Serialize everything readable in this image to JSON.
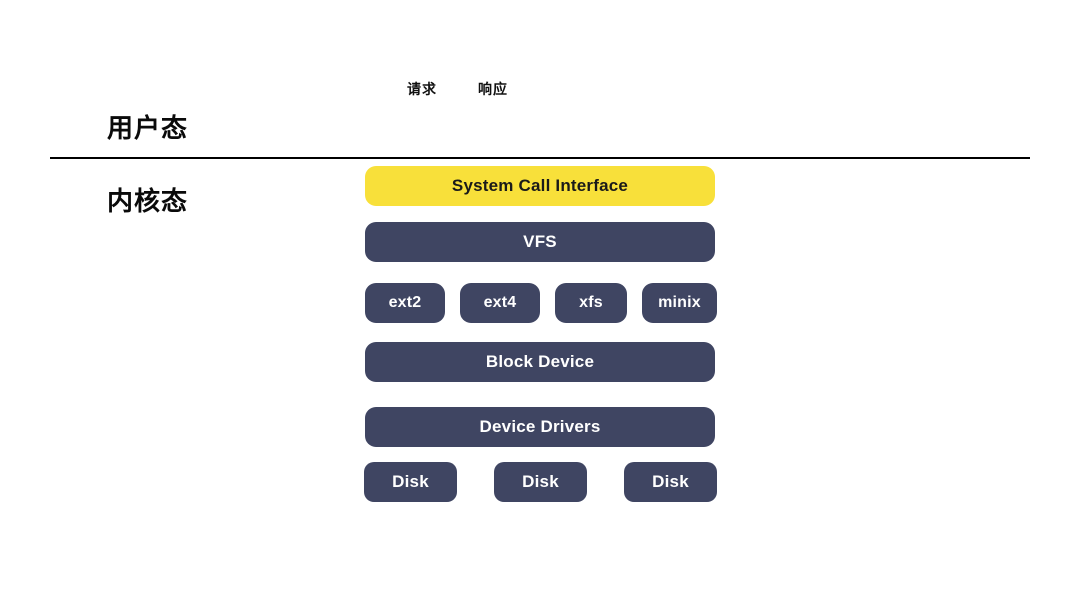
{
  "labels": {
    "request": "请求",
    "response": "响应",
    "user_mode": "用户态",
    "kernel_mode": "内核态"
  },
  "colors": {
    "background": "#FFFFFF",
    "accent_yellow": "#F8E03A",
    "box_navy": "#3F4562",
    "box_text_light": "#FFFFFF",
    "box_text_dark": "#1A1A1A",
    "divider": "#000000"
  },
  "diagram": {
    "system_call_interface": "System Call Interface",
    "vfs": "VFS",
    "filesystems": [
      "ext2",
      "ext4",
      "xfs",
      "minix"
    ],
    "block_device": "Block Device",
    "device_drivers": "Device Drivers",
    "disks": [
      "Disk",
      "Disk",
      "Disk"
    ]
  }
}
